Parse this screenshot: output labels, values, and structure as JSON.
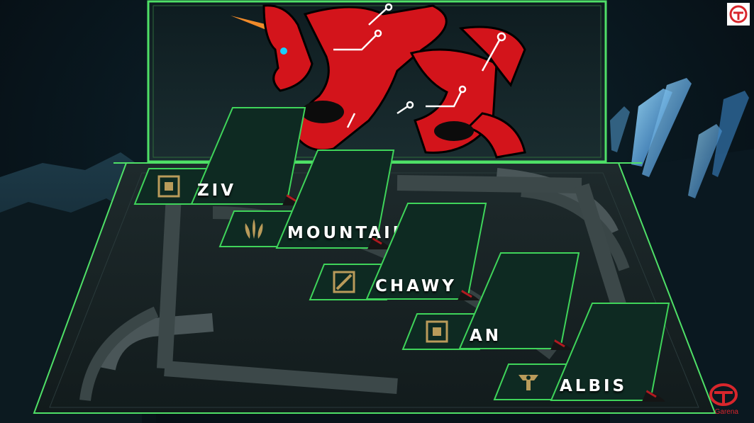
{
  "team": {
    "logo_icon": "red-circuit-unicorn-icon",
    "accent_color": "#3fd45a",
    "logo_color": "#d3141b"
  },
  "players": [
    {
      "name": "ZIV",
      "role_icon": "top-lane-role-icon"
    },
    {
      "name": "MOUNTAIN",
      "role_icon": "jungle-role-icon"
    },
    {
      "name": "CHAWY",
      "role_icon": "mid-lane-role-icon"
    },
    {
      "name": "AN",
      "role_icon": "bot-lane-role-icon"
    },
    {
      "name": "ALBIS",
      "role_icon": "support-role-icon"
    }
  ],
  "broadcaster": {
    "name": "Garena",
    "color": "#d8262c"
  }
}
